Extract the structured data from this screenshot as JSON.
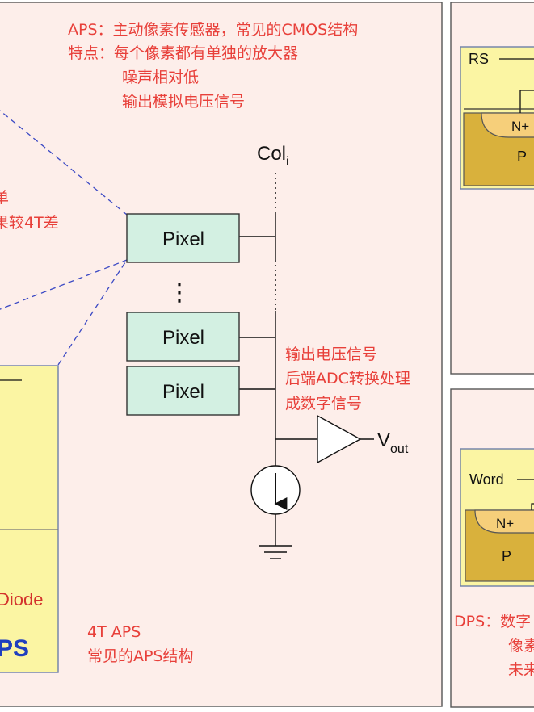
{
  "aps_header": {
    "line1": "APS：主动像素传感器，常见的CMOS结构",
    "line2": "特点：每个像素都有单独的放大器",
    "line3": "噪声相对低",
    "line4": "输出模拟电压信号"
  },
  "left_partial": {
    "frag1": "单",
    "frag2": "果较4T差",
    "diode_text": "Diode",
    "ps_text": "PS"
  },
  "column": {
    "label_main": "Col",
    "label_sub": "i"
  },
  "pixels": [
    {
      "label": "Pixel"
    },
    {
      "label": "Pixel"
    },
    {
      "label": "Pixel"
    }
  ],
  "vdots": "⋮",
  "output_note": {
    "line1": "输出电压信号",
    "line2": "后端ADC转换处理",
    "line3": "成数字信号"
  },
  "vout": {
    "main": "V",
    "sub": "out"
  },
  "aps4t": {
    "line1": "4T APS",
    "line2": "常见的APS结构"
  },
  "right_top": {
    "rs": "RS",
    "nplus": "N+",
    "p": "P"
  },
  "right_bottom": {
    "word": "Word",
    "nplus": "N+",
    "p": "P"
  },
  "dps": {
    "line1": "DPS：数字",
    "line2": "像素",
    "line3": "未来"
  },
  "colors": {
    "panel_bg": "#fdeeea",
    "red_text": "#e8403a",
    "blue_text": "#1f3fbf",
    "pixel_fill": "#d3f0e2",
    "yellow_fill": "#fbf5a3",
    "doping_fill": "#d9b13c",
    "nplus_fill": "#f6cf7a"
  }
}
